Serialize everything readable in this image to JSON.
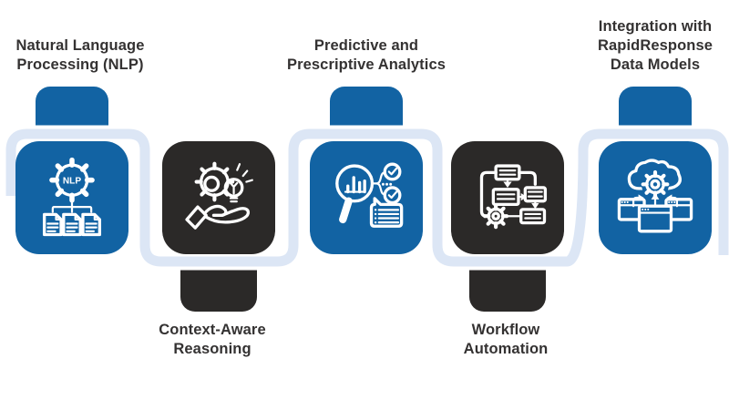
{
  "diagram": {
    "type": "feature-infographic",
    "background_color": "#ffffff",
    "colors": {
      "blue_tile": "#1263a3",
      "dark_tile": "#2b2928",
      "ribbon": "#dce6f5",
      "ribbon_outline": "#ffffff",
      "label_text": "#343232",
      "icon_stroke": "#ffffff"
    },
    "items": [
      {
        "label": "Natural Language Processing (NLP)",
        "lines": [
          "Natural Language",
          "Processing (NLP)"
        ],
        "label_position": "top",
        "tile_color": "blue",
        "icon": "nlp-gear-documents-icon",
        "icon_text": "NLP"
      },
      {
        "label": "Context-Aware Reasoning",
        "lines": [
          "Context-Aware",
          "Reasoning"
        ],
        "label_position": "bottom",
        "tile_color": "dark",
        "icon": "hand-gear-lightbulb-icon"
      },
      {
        "label": "Predictive and Prescriptive Analytics",
        "lines": [
          "Predictive and",
          "Prescriptive Analytics"
        ],
        "label_position": "top",
        "tile_color": "blue",
        "icon": "magnifier-chart-checks-icon"
      },
      {
        "label": "Workflow Automation",
        "lines": [
          "Workflow",
          "Automation"
        ],
        "label_position": "bottom",
        "tile_color": "dark",
        "icon": "flowchart-gear-icon"
      },
      {
        "label": "Integration with RapidResponse Data Models",
        "lines": [
          "Integration with",
          "RapidResponse",
          "Data Models"
        ],
        "label_position": "top",
        "tile_color": "blue",
        "icon": "cloud-gear-windows-icon"
      }
    ]
  }
}
